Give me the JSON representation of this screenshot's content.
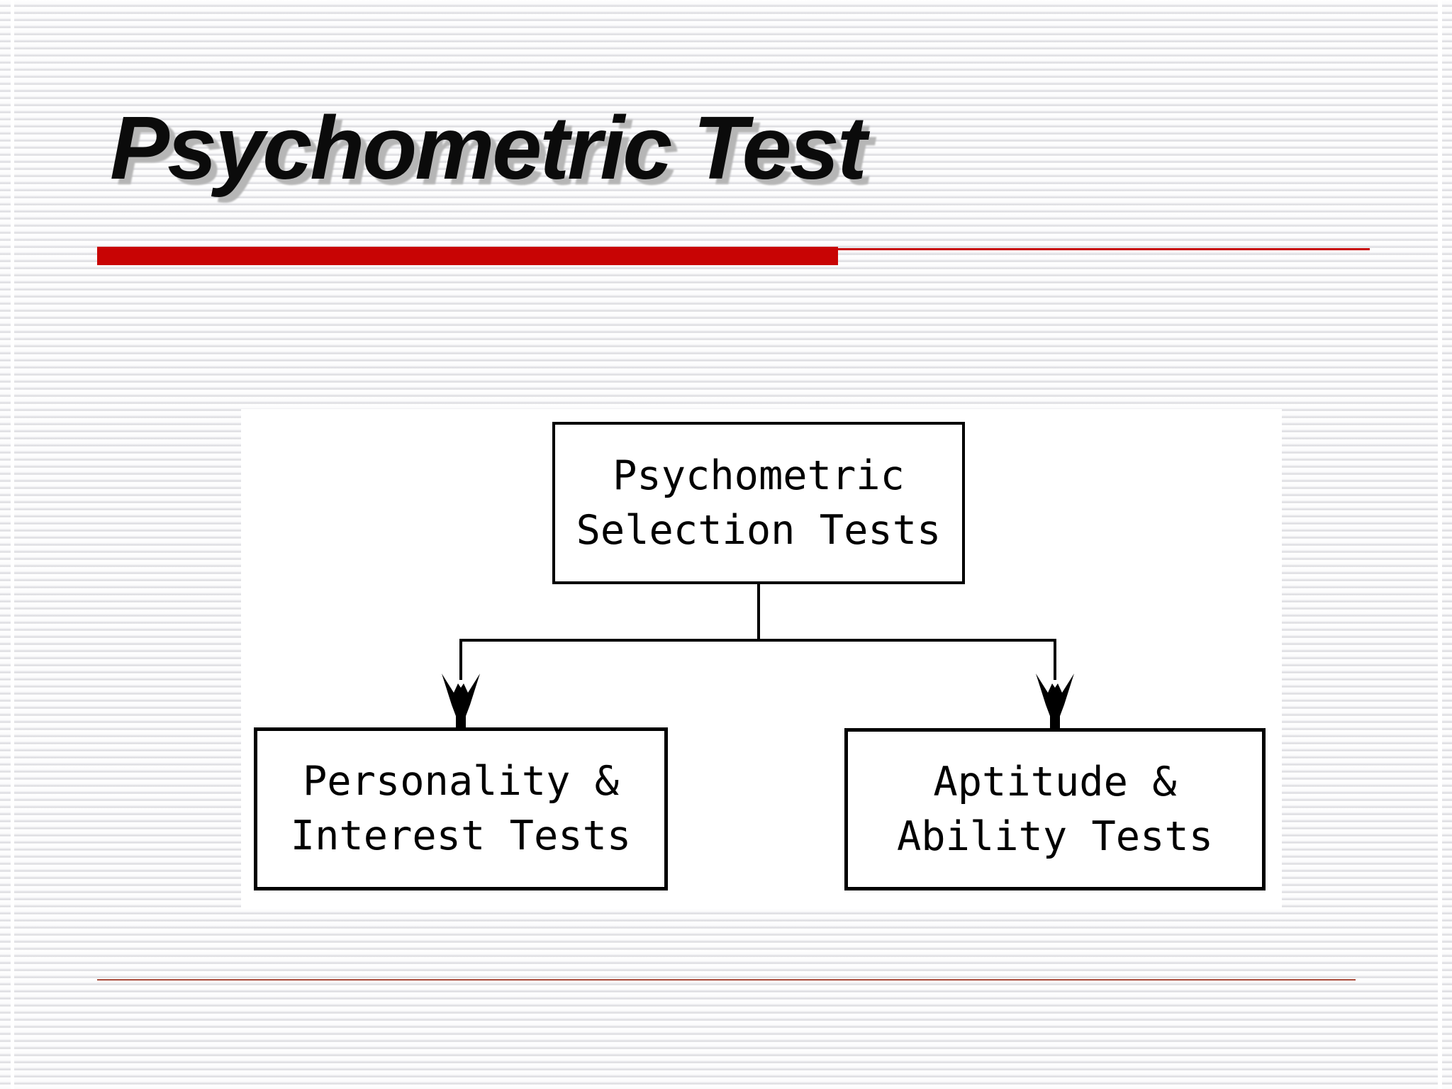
{
  "slide": {
    "title": "Psychometric Test",
    "colors": {
      "accent_red": "#c80404",
      "footer_rule_red": "#a84a3a",
      "stripe_gray": "#d7d7db",
      "title_text": "#0b0b0b",
      "title_shadow_gray": "#b6b6b6",
      "diagram_ink": "#000000",
      "diagram_background": "#ffffff"
    }
  },
  "diagram": {
    "type": "flowchart-hierarchy",
    "root": {
      "line1": "Psychometric",
      "line2": "Selection Tests"
    },
    "children": [
      {
        "line1": "Personality &",
        "line2": "Interest Tests"
      },
      {
        "line1": "Aptitude &",
        "line2": "Ability Tests"
      }
    ]
  }
}
